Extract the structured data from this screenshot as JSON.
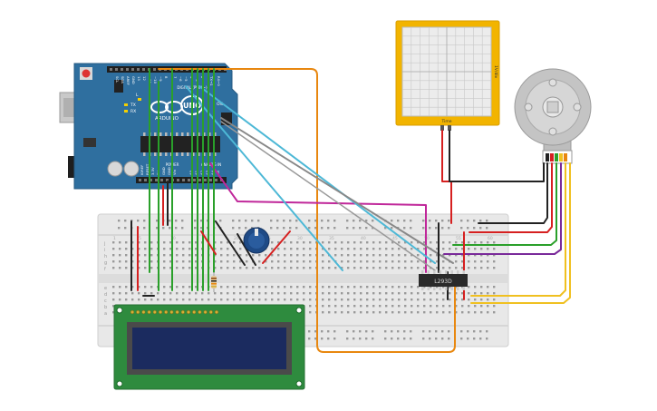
{
  "arduino": {
    "brand": "ARDUINO",
    "model": "UNO",
    "tx_label": "TX",
    "rx_label": "RX",
    "l_label": "L",
    "on_label": "ON",
    "digital_label": "DIGITAL (PWM~)",
    "power_label": "POWER",
    "analog_label": "ANALOG IN",
    "top_pin_labels": [
      "SCL",
      "SDA",
      "AREF",
      "GND",
      "13",
      "12",
      "~11",
      "~10",
      "~9",
      "8",
      "7",
      "~6",
      "~5",
      "4",
      "~3",
      "2",
      "TX→1",
      "RX←0"
    ],
    "bottom_pin_labels": [
      "IOREF",
      "RESET",
      "3.3V",
      "5V",
      "GND",
      "GND",
      "Vin",
      "A0",
      "A1",
      "A2",
      "A3",
      "A4",
      "A5"
    ]
  },
  "oscilloscope": {
    "side_label": "1V/div",
    "bottom_label": "Time"
  },
  "motor_driver": {
    "label": "L293D"
  },
  "breadboard": {
    "row_letters_top": [
      "j",
      "i",
      "h",
      "g",
      "f"
    ],
    "row_letters_bottom": [
      "e",
      "d",
      "c",
      "b",
      "a"
    ],
    "column_numbers": [
      "1",
      "5",
      "10",
      "15",
      "20",
      "25",
      "30",
      "35",
      "40",
      "45",
      "50",
      "55",
      "60"
    ]
  },
  "colors": {
    "arduino_board": "#2f6f9f",
    "breadboard": "#e6e6e6",
    "oscilloscope": "#f2b400",
    "lcd_pcb": "#2e8b3e",
    "lcd_screen": "#1a2a5e",
    "wire_green": "#2aa02a",
    "wire_orange": "#e8870f",
    "wire_cyan": "#4db8d6",
    "wire_magenta": "#c0279a",
    "wire_red": "#d62020",
    "wire_black": "#222222",
    "wire_gray": "#888888",
    "wire_yellow": "#f0c020",
    "wire_purple": "#7a2a9a"
  }
}
